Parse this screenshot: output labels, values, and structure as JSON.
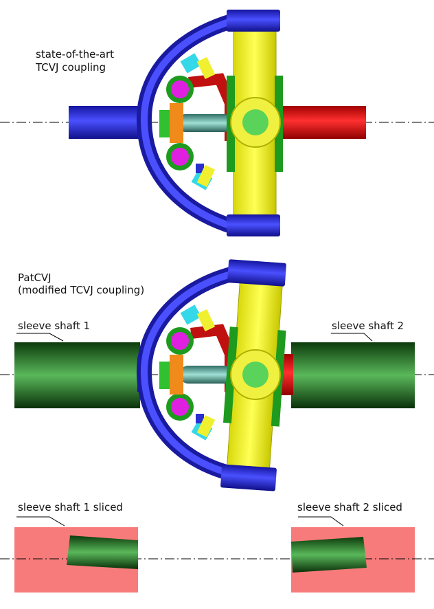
{
  "labels": {
    "state_of_the_art": [
      "state-of-the-art",
      "TCVJ coupling"
    ],
    "patcvj": [
      "PatCVJ",
      "(modified TCVJ coupling)"
    ],
    "sleeve_shaft_1": "sleeve shaft 1",
    "sleeve_shaft_2": "sleeve shaft 2",
    "sleeve_shaft_1_sliced": "sleeve shaft 1 sliced",
    "sleeve_shaft_2_sliced": "sleeve shaft 2 sliced"
  },
  "colors": {
    "blue": "#2a2fcf",
    "yellow": "#e8e81a",
    "red": "#e01010",
    "green": "#1e7a1e",
    "cyan": "#34d8e8",
    "magenta": "#e020e0",
    "orange": "#f08a1a",
    "slice": "#f77b7b"
  }
}
